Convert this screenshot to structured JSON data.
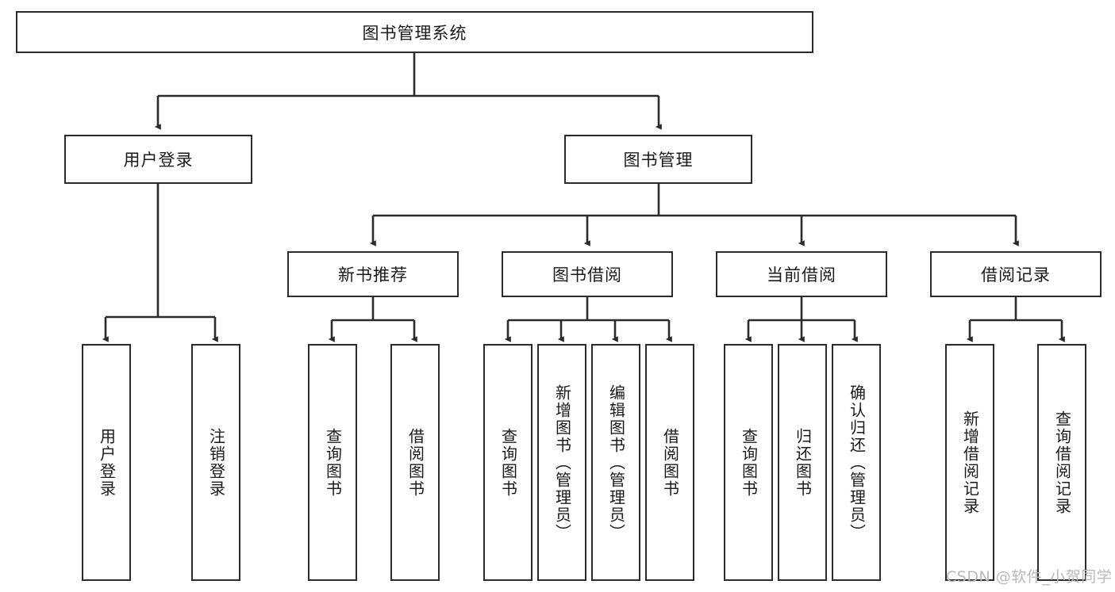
{
  "diagram": {
    "type": "tree-hierarchy",
    "title_node": {
      "label": "图书管理系统"
    },
    "level2": [
      {
        "id": "user-login",
        "label": "用户登录"
      },
      {
        "id": "book-management",
        "label": "图书管理"
      }
    ],
    "level3": [
      {
        "id": "new-book-recommend",
        "label": "新书推荐"
      },
      {
        "id": "book-borrow",
        "label": "图书借阅"
      },
      {
        "id": "current-borrow",
        "label": "当前借阅"
      },
      {
        "id": "borrow-record",
        "label": "借阅记录"
      }
    ],
    "leaves": [
      {
        "id": "leaf-user-login",
        "label": "用户登录",
        "parent": "user-login"
      },
      {
        "id": "leaf-logout-login",
        "label": "注销登录",
        "parent": "user-login"
      },
      {
        "id": "leaf-query-book-1",
        "label": "查询图书",
        "parent": "new-book-recommend"
      },
      {
        "id": "leaf-borrow-book-1",
        "label": "借阅图书",
        "parent": "new-book-recommend"
      },
      {
        "id": "leaf-query-book-2",
        "label": "查询图书",
        "parent": "book-borrow"
      },
      {
        "id": "leaf-add-book",
        "label": "新增图书（管理员）",
        "parent": "book-borrow"
      },
      {
        "id": "leaf-edit-book",
        "label": "编辑图书（管理员）",
        "parent": "book-borrow"
      },
      {
        "id": "leaf-borrow-book-2",
        "label": "借阅图书",
        "parent": "book-borrow"
      },
      {
        "id": "leaf-query-book-3",
        "label": "查询图书",
        "parent": "current-borrow"
      },
      {
        "id": "leaf-return-book",
        "label": "归还图书",
        "parent": "current-borrow"
      },
      {
        "id": "leaf-confirm-return",
        "label": "确认归还（管理员）",
        "parent": "current-borrow"
      },
      {
        "id": "leaf-add-record",
        "label": "新增借阅记录",
        "parent": "borrow-record"
      },
      {
        "id": "leaf-query-record",
        "label": "查询借阅记录",
        "parent": "borrow-record"
      }
    ],
    "colors": {
      "stroke": "#2b2b2b",
      "fill": "#ffffff",
      "text": "#1a1a1a",
      "watermark": "#b9b9b9"
    }
  },
  "watermark": {
    "text": "CSDN @软件_小贺同学"
  }
}
